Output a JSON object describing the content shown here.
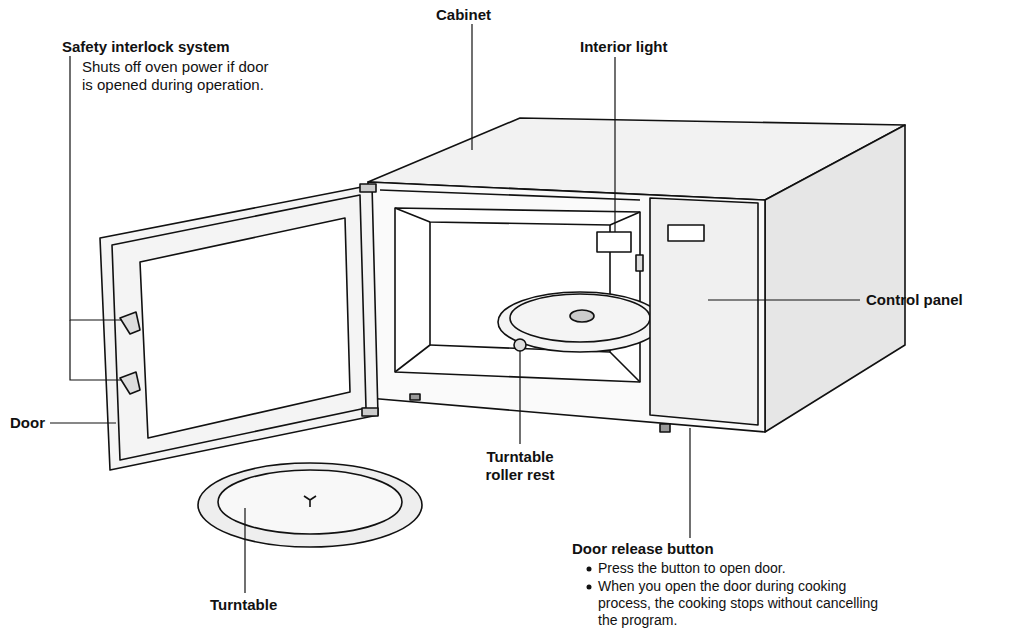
{
  "diagram": {
    "labels": [
      "Cabinet",
      "Safety interlock system",
      "Shuts off oven power if door is opened during operation.",
      "Interior light",
      "Control panel",
      "Door",
      "Turntable roller rest",
      "Turntable",
      "Door release button",
      "Press the button to open door.",
      "When you open the door during cooking process, the cooking stops without cancelling the program."
    ]
  }
}
